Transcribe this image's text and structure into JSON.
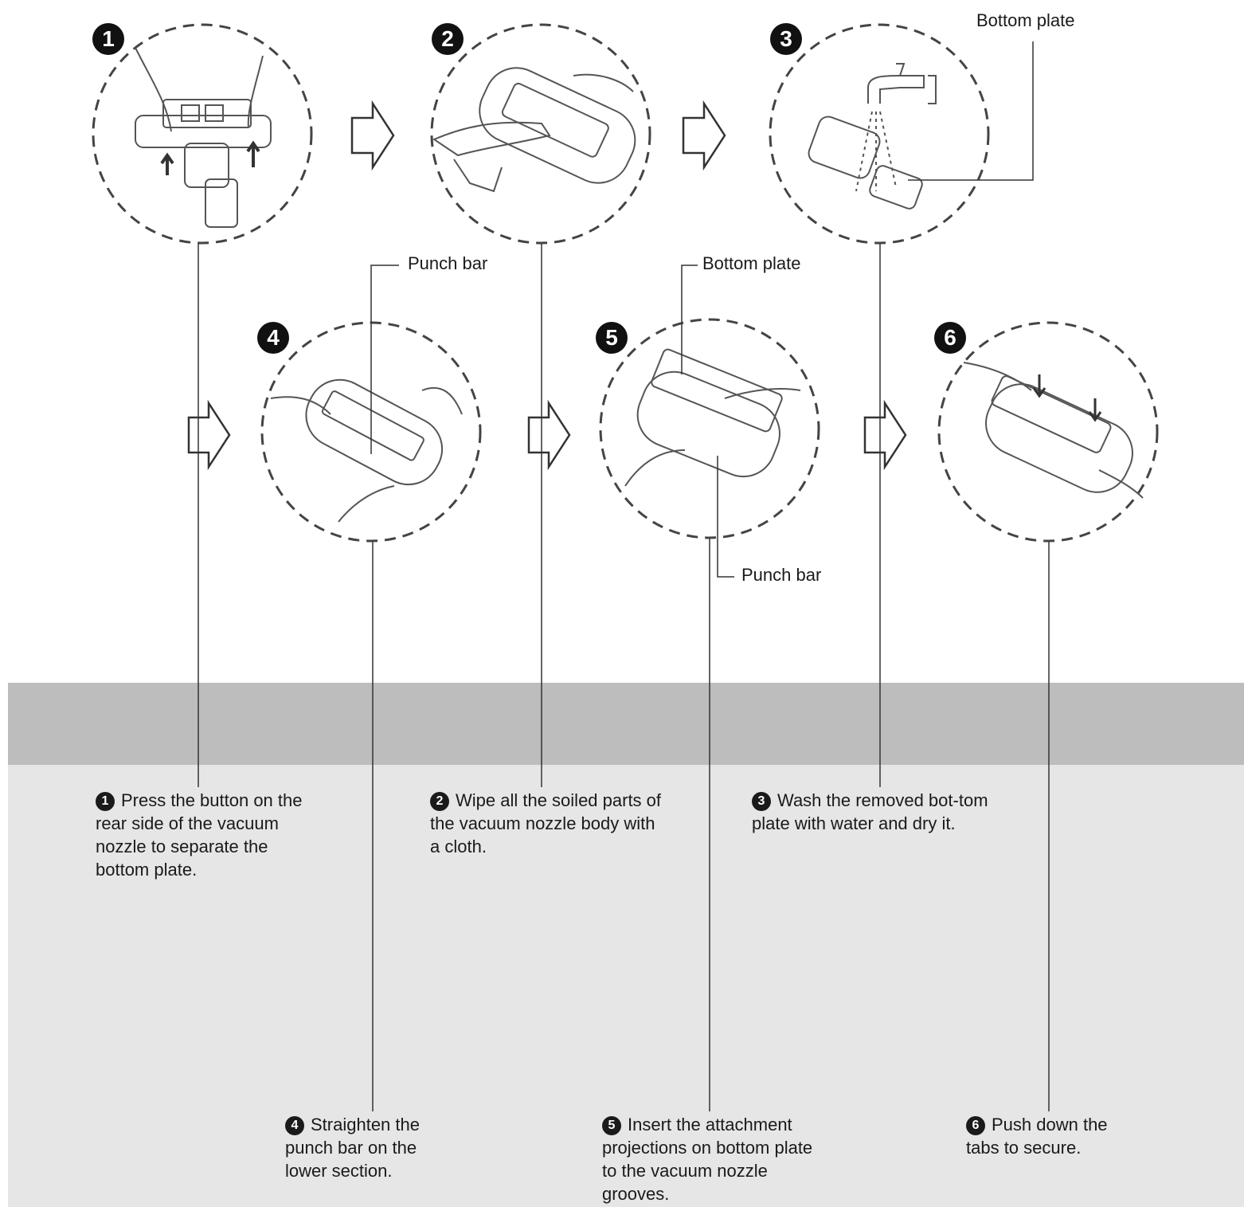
{
  "badges": [
    "1",
    "2",
    "3",
    "4",
    "5",
    "6"
  ],
  "callouts": {
    "bottom_plate_top": "Bottom plate",
    "punch_bar_4": "Punch bar",
    "bottom_plate_5": "Bottom plate",
    "punch_bar_5": "Punch bar"
  },
  "steps": [
    {
      "num": "1",
      "text": "Press the button on the rear side of the vacuum nozzle to separate the bottom plate."
    },
    {
      "num": "2",
      "text": "Wipe all the soiled parts of the vacuum nozzle body with a cloth."
    },
    {
      "num": "3",
      "text": "Wash the removed bot-tom plate with water and dry it."
    },
    {
      "num": "4",
      "text": "Straighten the punch bar on the lower section."
    },
    {
      "num": "5",
      "text": "Insert the attachment projections on bottom plate to the vacuum nozzle grooves."
    },
    {
      "num": "6",
      "text": "Push down the tabs to secure."
    }
  ],
  "colors": {
    "band_dark": "#bdbdbd",
    "band_light": "#e6e6e6",
    "line": "#333333",
    "dash": "#444444"
  }
}
